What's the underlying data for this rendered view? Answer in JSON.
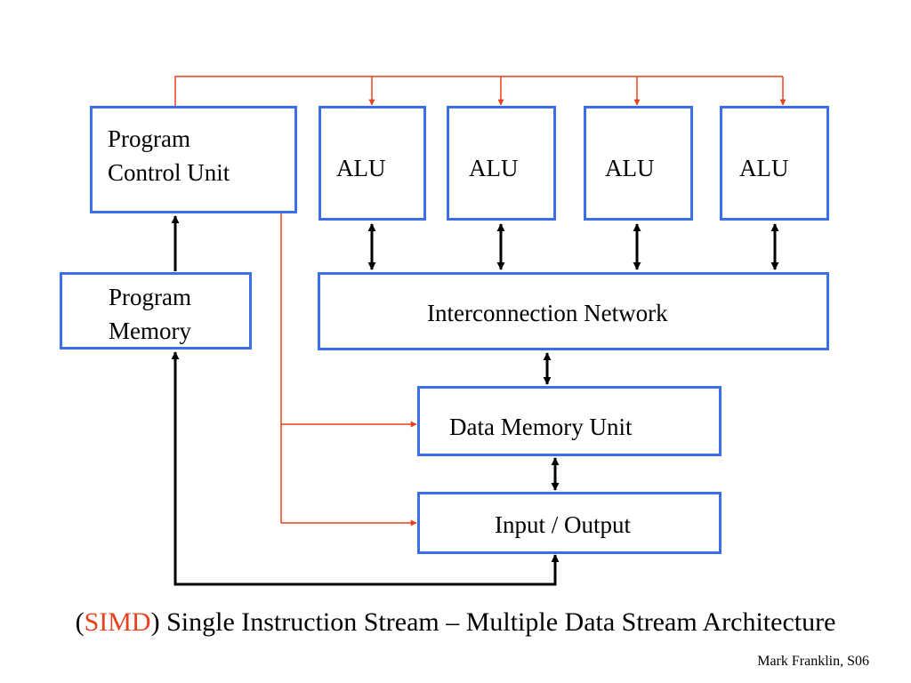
{
  "blocks": {
    "program_control_unit": [
      "Program",
      "Control Unit"
    ],
    "alus": [
      "ALU",
      "ALU",
      "ALU",
      "ALU"
    ],
    "program_memory": [
      "Program",
      "Memory"
    ],
    "interconnection_network": "Interconnection Network",
    "data_memory_unit": "Data Memory Unit",
    "input_output": "Input / Output"
  },
  "caption": {
    "open_paren": "(",
    "acronym": "SIMD",
    "close_paren": ")",
    "rest": " Single Instruction Stream – Multiple Data Stream Architecture"
  },
  "credit": "Mark Franklin, S06",
  "colors": {
    "box_border": "#3b6fe8",
    "control_line": "#e8411f",
    "data_line": "#000000",
    "acronym": "#e8411f"
  }
}
